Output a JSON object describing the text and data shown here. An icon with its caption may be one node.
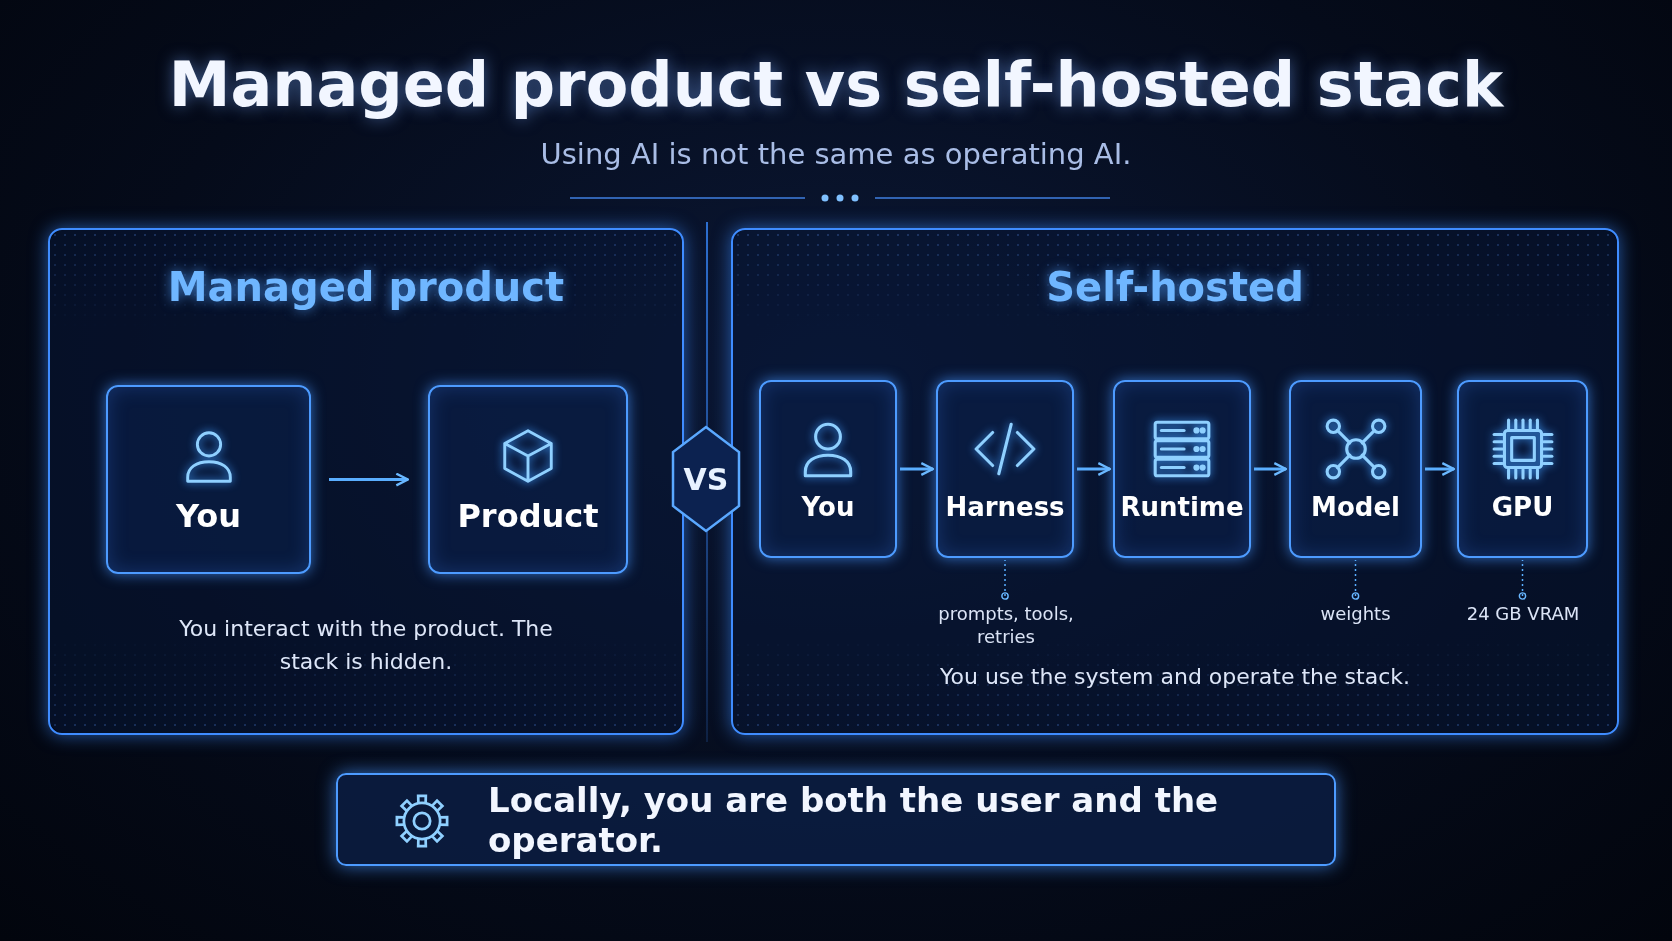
{
  "diagram": {
    "title": "Managed product vs self-hosted stack",
    "caption": "Using AI is not the same as operating AI.",
    "nodes": [
      {
        "text": [
          "Managed product",
          "You interact with the product. The stack is hidden."
        ]
      },
      {
        "text": [
          "You"
        ],
        "in": 0
      },
      {
        "text": [
          "Product"
        ],
        "in": 0
      },
      {
        "text": [
          "Self-hosted",
          "You use the system and operate the stack."
        ]
      },
      {
        "text": [
          "You"
        ],
        "in": 3
      },
      {
        "text": [
          "Harness"
        ],
        "in": 3
      },
      {
        "text": [
          "Runtime"
        ],
        "in": 3
      },
      {
        "text": [
          "Model"
        ],
        "in": 3
      },
      {
        "text": [
          "GPU"
        ],
        "in": 3
      },
      {
        "text": [
          "prompts, tools, retries"
        ],
        "in": 3
      },
      {
        "text": [
          "weights"
        ],
        "in": 3
      },
      {
        "text": [
          "24 GB VRAM"
        ],
        "in": 3
      },
      {
        "text": [
          "VS"
        ]
      },
      {
        "text": [
          "Locally, you are both the user and the operator."
        ]
      }
    ],
    "edges": [
      {
        "from": 1,
        "to": 2,
        "arrow": "to"
      },
      {
        "from": 4,
        "to": 5,
        "arrow": "to"
      },
      {
        "from": 5,
        "to": 6,
        "arrow": "to"
      },
      {
        "from": 6,
        "to": 7,
        "arrow": "to"
      },
      {
        "from": 7,
        "to": 8,
        "arrow": "to"
      },
      {
        "from": 9,
        "to": 5,
        "arrow": "other",
        "style": "dashed"
      },
      {
        "from": 10,
        "to": 7,
        "arrow": "other",
        "style": "dashed"
      },
      {
        "from": 11,
        "to": 8,
        "arrow": "other",
        "style": "dashed"
      }
    ]
  }
}
